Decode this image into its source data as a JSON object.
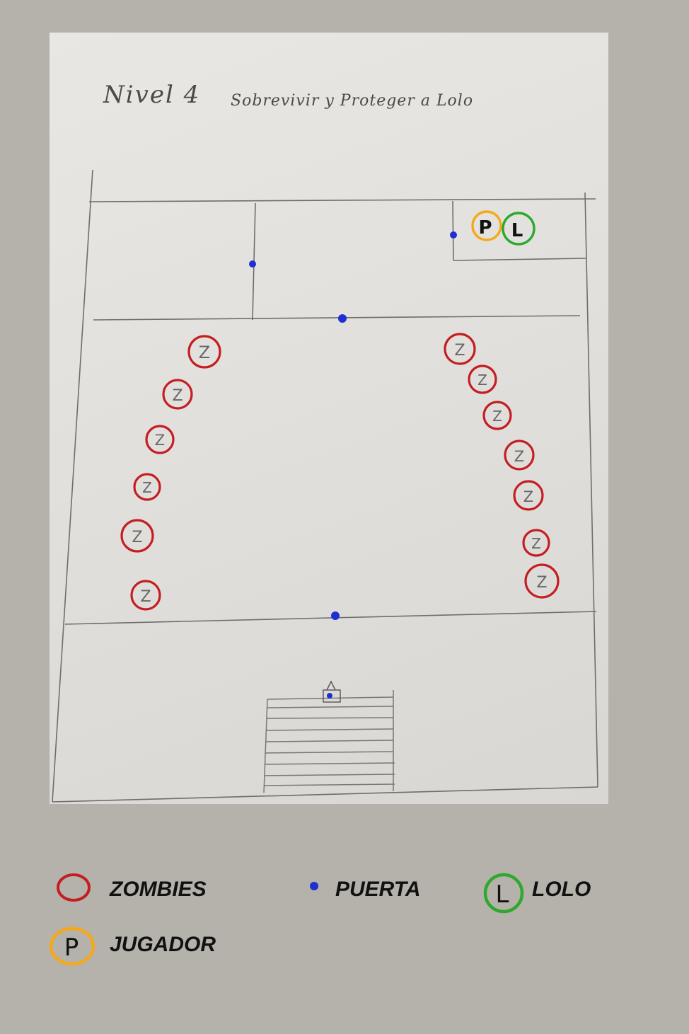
{
  "title": "Nivel 4",
  "subtitle": "Sobrevivir y Proteger a Lolo",
  "markers": {
    "zombie_glyph": "Z",
    "player_glyph": "P",
    "lolo_glyph": "L"
  },
  "map": {
    "zombies_left_count": 6,
    "zombies_right_count": 7,
    "doors_count": 5
  },
  "legend": {
    "zombies": "ZOMBIES",
    "puerta": "PUERTA",
    "lolo": "LOLO",
    "jugador": "JUGADOR"
  },
  "colors": {
    "zombie": "#c41e22",
    "door": "#1f2fd1",
    "lolo": "#2ea82e",
    "player": "#f4a81a",
    "pencil": "#6e6e6e"
  },
  "icons": [
    "zombie-marker-icon",
    "door-dot-icon",
    "lolo-marker-icon",
    "player-marker-icon",
    "staircase-icon",
    "lock-icon"
  ]
}
